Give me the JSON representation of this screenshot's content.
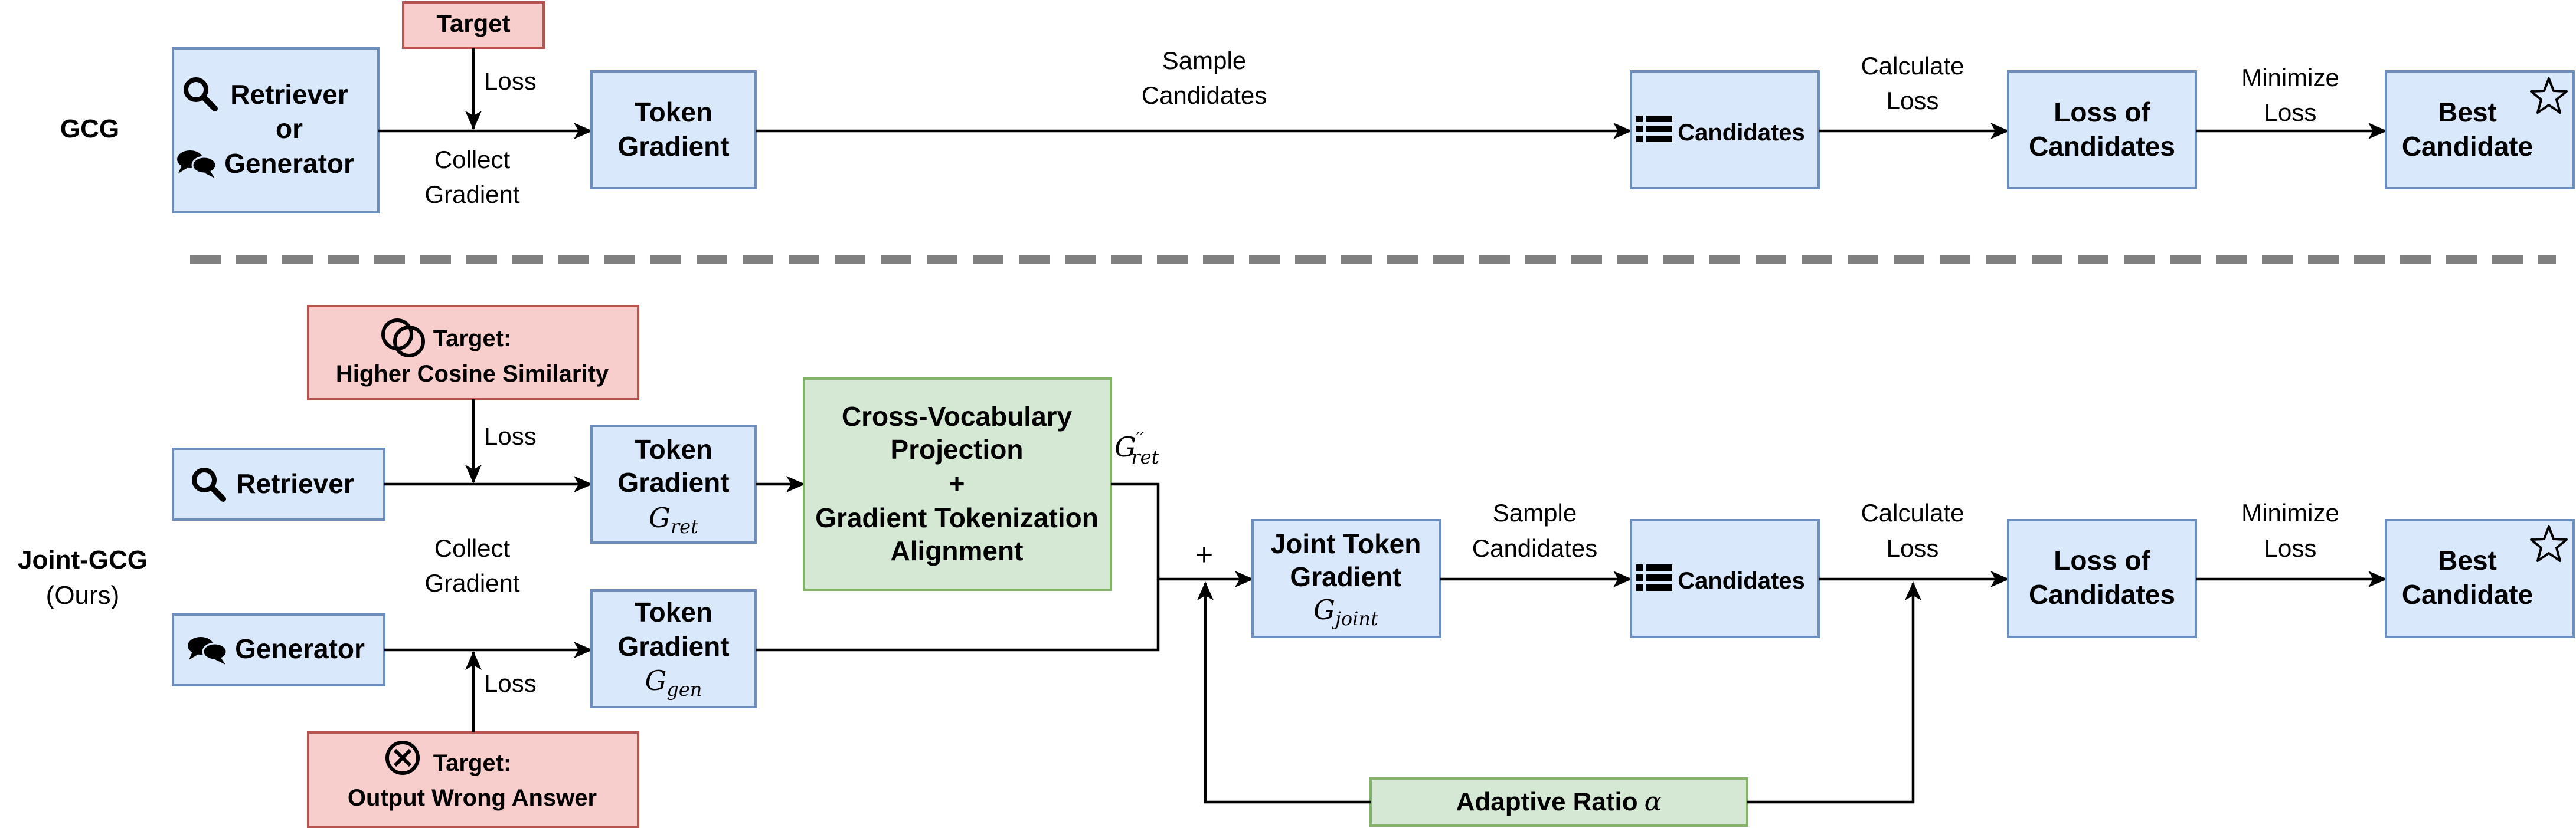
{
  "gcg": {
    "row_label": "GCG",
    "target": "Target",
    "loss": "Loss",
    "model_line1": "Retriever",
    "model_line2": "or",
    "model_line3": "Generator",
    "collect_line1": "Collect",
    "collect_line2": "Gradient",
    "token_line1": "Token",
    "token_line2": "Gradient",
    "sample_line1": "Sample",
    "sample_line2": "Candidates",
    "candidates": "Candidates",
    "calc_line1": "Calculate",
    "calc_line2": "Loss",
    "loss_cand_line1": "Loss of",
    "loss_cand_line2": "Candidates",
    "minimize_line1": "Minimize",
    "minimize_line2": "Loss",
    "best_line1": "Best",
    "best_line2": "Candidate"
  },
  "joint": {
    "row_label": "Joint-GCG",
    "row_sublabel": "(Ours)",
    "target_ret_line1": "Target:",
    "target_ret_line2": "Higher Cosine Similarity",
    "target_gen_line1": "Target:",
    "target_gen_line2": "Output Wrong Answer",
    "loss_ret": "Loss",
    "loss_gen": "Loss",
    "retriever": "Retriever",
    "generator": "Generator",
    "collect_line1": "Collect",
    "collect_line2": "Gradient",
    "token_ret_line1": "Token",
    "token_ret_line2": "Gradient",
    "g_ret_symbol": "G",
    "g_ret_sub": "ret",
    "token_gen_line1": "Token",
    "token_gen_line2": "Gradient",
    "g_gen_symbol": "G",
    "g_gen_sub": "gen",
    "proj_line1": "Cross-Vocabulary",
    "proj_line2": "Projection",
    "proj_line3": "+",
    "proj_line4": "Gradient Tokenization",
    "proj_line5": "Alignment",
    "g_ret2_symbol": "G",
    "g_ret2_sup": "′′",
    "g_ret2_sub": "ret",
    "plus": "+",
    "joint_line1": "Joint Token",
    "joint_line2": "Gradient",
    "g_joint_symbol": "G",
    "g_joint_sub": "joint",
    "sample_line1": "Sample",
    "sample_line2": "Candidates",
    "candidates": "Candidates",
    "calc_line1": "Calculate",
    "calc_line2": "Loss",
    "loss_cand_line1": "Loss of",
    "loss_cand_line2": "Candidates",
    "minimize_line1": "Minimize",
    "minimize_line2": "Loss",
    "best_line1": "Best",
    "best_line2": "Candidate",
    "adaptive_label": "Adaptive Ratio",
    "alpha": "α"
  },
  "colors": {
    "blue_fill": "#dae8fc",
    "blue_stroke": "#6c8ebf",
    "red_fill": "#f8cecc",
    "red_stroke": "#b85450",
    "green_fill": "#d5e8d4",
    "green_stroke": "#82b366",
    "divider": "#808080"
  },
  "icons": [
    "search-icon",
    "chat-icon",
    "list-icon",
    "star-icon",
    "overlap-circles-icon",
    "circled-x-icon"
  ]
}
